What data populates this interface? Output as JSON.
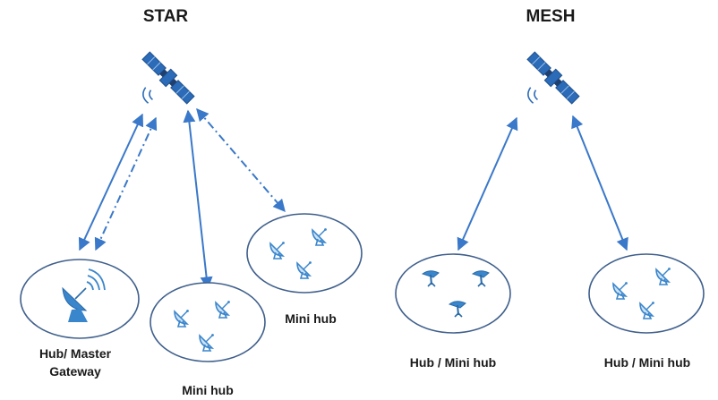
{
  "star": {
    "title": "STAR",
    "hub_label_line1": "Hub/ Master",
    "hub_label_line2": "Gateway",
    "mini_hub_label_a": "Mini hub",
    "mini_hub_label_b": "Mini hub"
  },
  "mesh": {
    "title": "MESH",
    "left_label": "Hub / Mini hub",
    "right_label": "Hub / Mini hub"
  },
  "colors": {
    "link": "#3a78c9",
    "ellipse_stroke": "#3f5f8c",
    "satellite": "#2c6bb8",
    "dish": "#3a86cc"
  },
  "icons": [
    "satellite-icon",
    "hub-dish-icon",
    "dish-icon",
    "dish-tilted-icon"
  ]
}
